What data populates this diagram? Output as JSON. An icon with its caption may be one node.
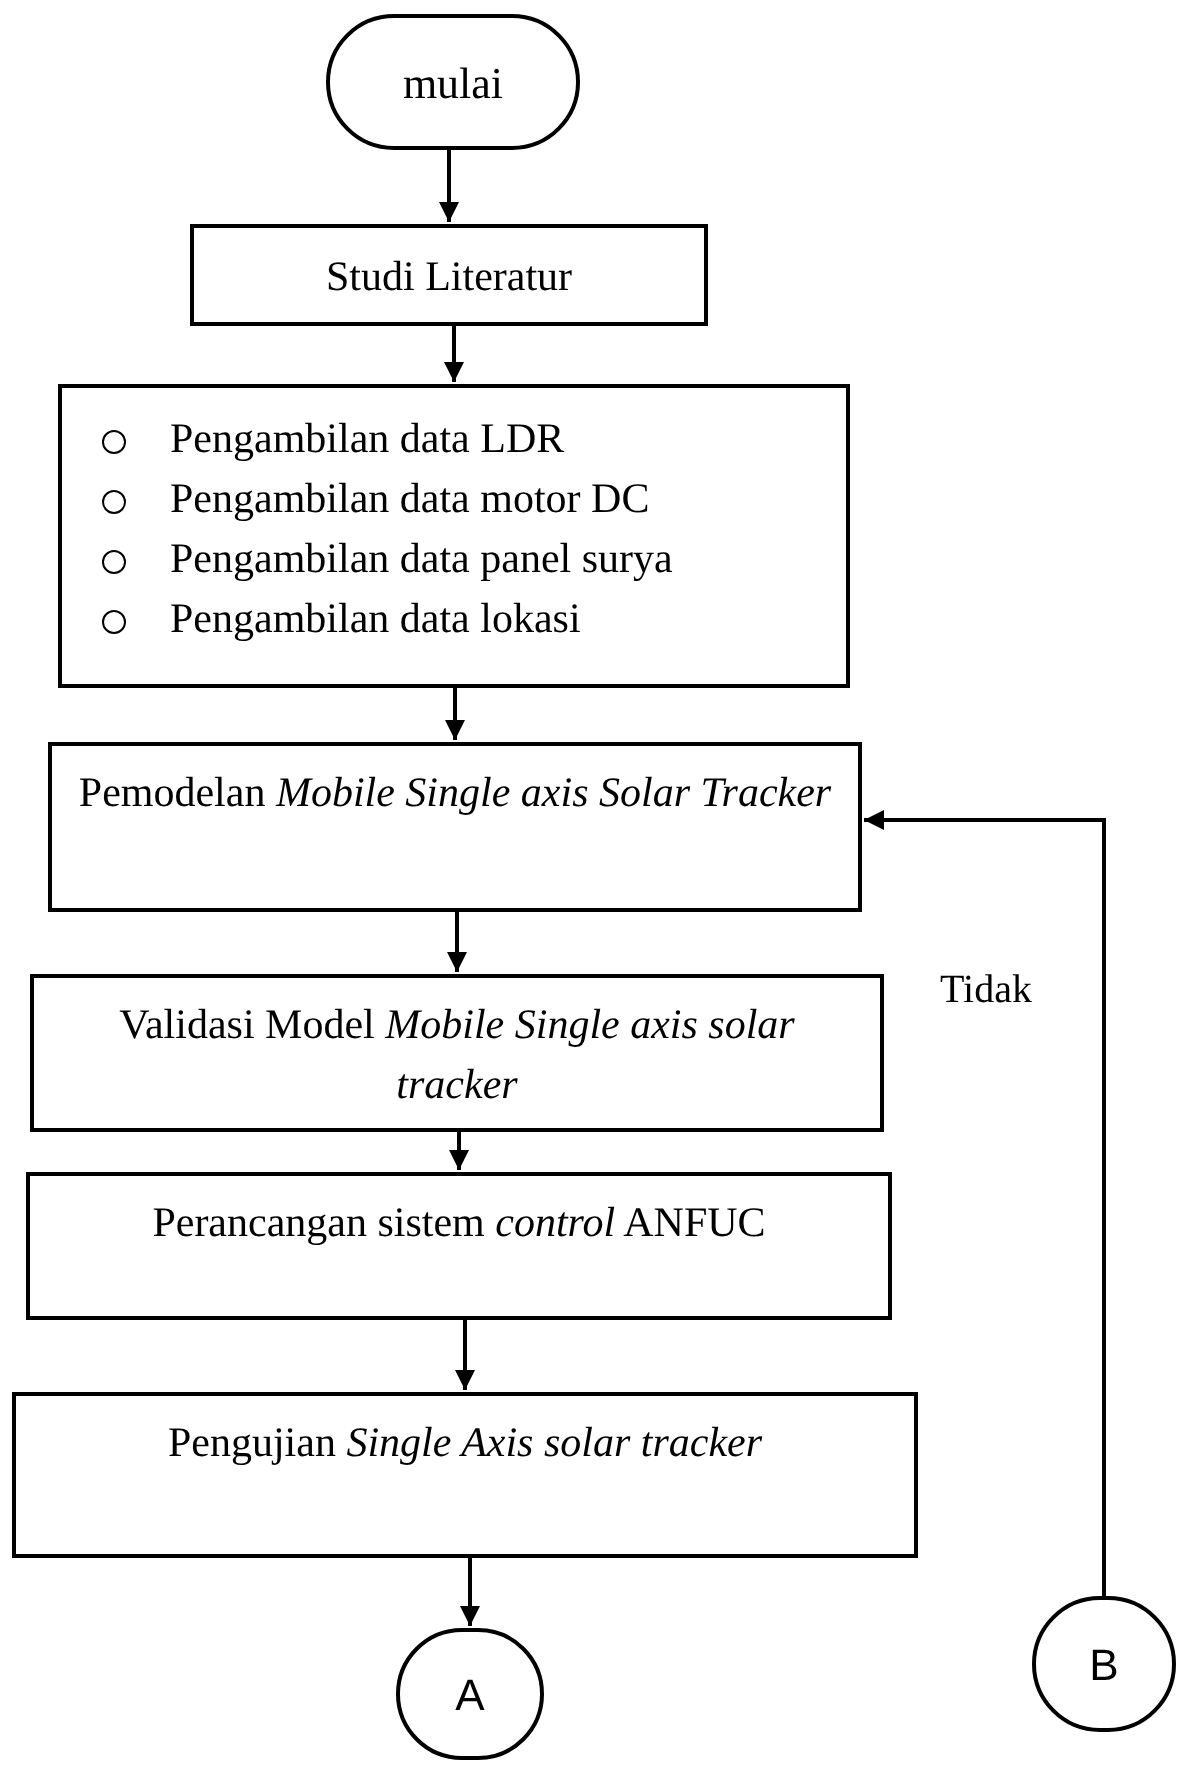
{
  "diagram": {
    "nodes": [
      {
        "text": [
          "mulai"
        ]
      },
      {
        "text": [
          "Studi Literatur"
        ]
      },
      {
        "text": [
          "Pengambilan data LDR",
          "Pengambilan data motor DC",
          "Pengambilan data panel surya",
          "Pengambilan data lokasi"
        ]
      },
      {
        "text": [
          "Pemodelan *Mobile Single axis Solar Tracker*"
        ]
      },
      {
        "text": [
          "Validasi Model *Mobile Single axis solar tracker*"
        ]
      },
      {
        "text": [
          "Perancangan sistem *control* ANFUC"
        ]
      },
      {
        "text": [
          "Pengujian *Single Axis solar tracker*"
        ]
      },
      {
        "text": [
          "A"
        ]
      },
      {
        "text": [
          "B"
        ]
      }
    ],
    "edges": [
      {
        "from": 0,
        "to": 1,
        "arrow": "to"
      },
      {
        "from": 1,
        "to": 2,
        "arrow": "to"
      },
      {
        "from": 2,
        "to": 3,
        "arrow": "to"
      },
      {
        "from": 3,
        "to": 4,
        "arrow": "to"
      },
      {
        "from": 4,
        "to": 5,
        "arrow": "to"
      },
      {
        "from": 5,
        "to": 6,
        "arrow": "to"
      },
      {
        "from": 6,
        "to": 7,
        "arrow": "to"
      },
      {
        "from": 8,
        "to": 3,
        "label": "Tidak",
        "arrow": "to"
      }
    ]
  }
}
